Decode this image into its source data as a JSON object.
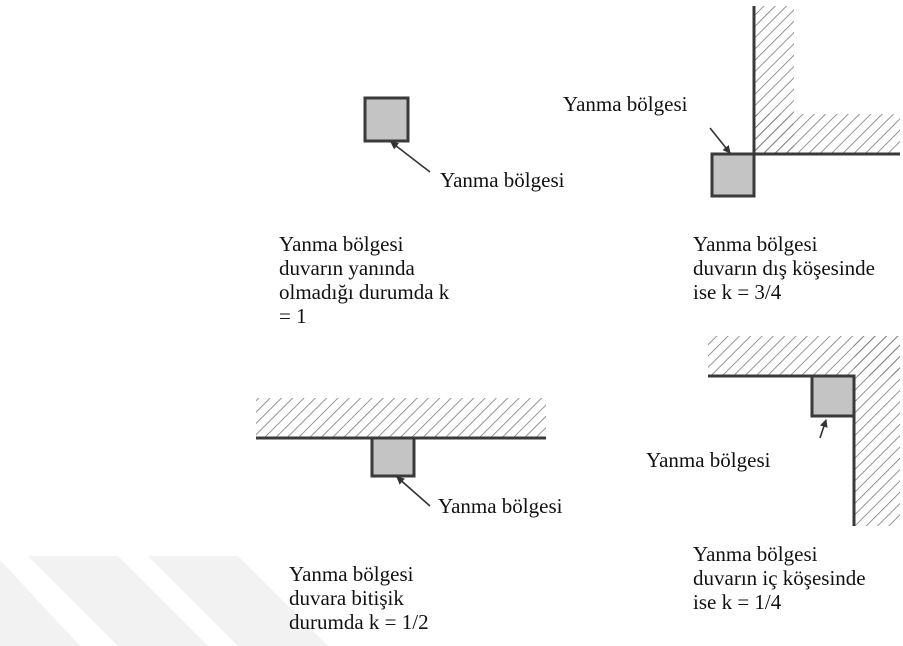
{
  "colors": {
    "burner_fill": "#c4c4c4",
    "outline": "#3a3a3a",
    "hatch": "#7a7a7a",
    "watermark": "#f2f2f2"
  },
  "diagrams": {
    "free_standing": {
      "callout": "Yanma bölgesi",
      "caption": [
        "Yanma bölgesi",
        "duvarın yanında",
        "olmadığı durumda k",
        "= 1"
      ]
    },
    "outer_corner": {
      "callout": "Yanma bölgesi",
      "caption": [
        "Yanma bölgesi",
        "duvarın dış köşesinde",
        "ise k = 3/4"
      ]
    },
    "wall_adjacent": {
      "callout": "Yanma bölgesi",
      "caption": [
        "Yanma bölgesi",
        "duvara bitişik",
        "durumda k = 1/2"
      ]
    },
    "inner_corner": {
      "callout": "Yanma bölgesi",
      "caption": [
        "Yanma bölgesi",
        "duvarın iç köşesinde",
        "ise k = 1/4"
      ]
    }
  }
}
